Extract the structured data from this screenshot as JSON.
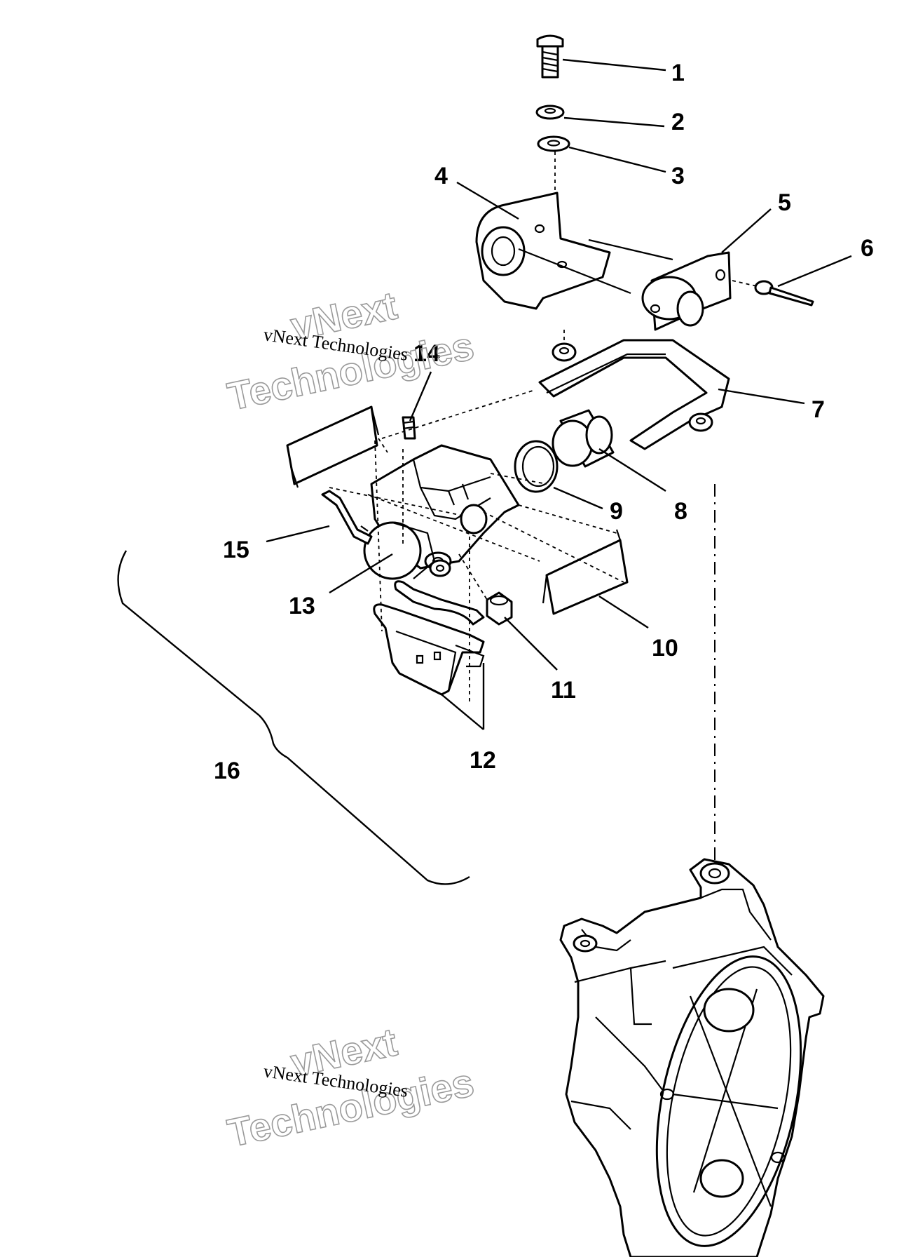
{
  "watermark": {
    "line_small": "vNext Technologies",
    "big_line1": "vNext",
    "big_line2": "Technologies"
  },
  "callouts": [
    "1",
    "2",
    "3",
    "4",
    "5",
    "6",
    "7",
    "8",
    "9",
    "10",
    "11",
    "12",
    "13",
    "14",
    "15",
    "16"
  ]
}
